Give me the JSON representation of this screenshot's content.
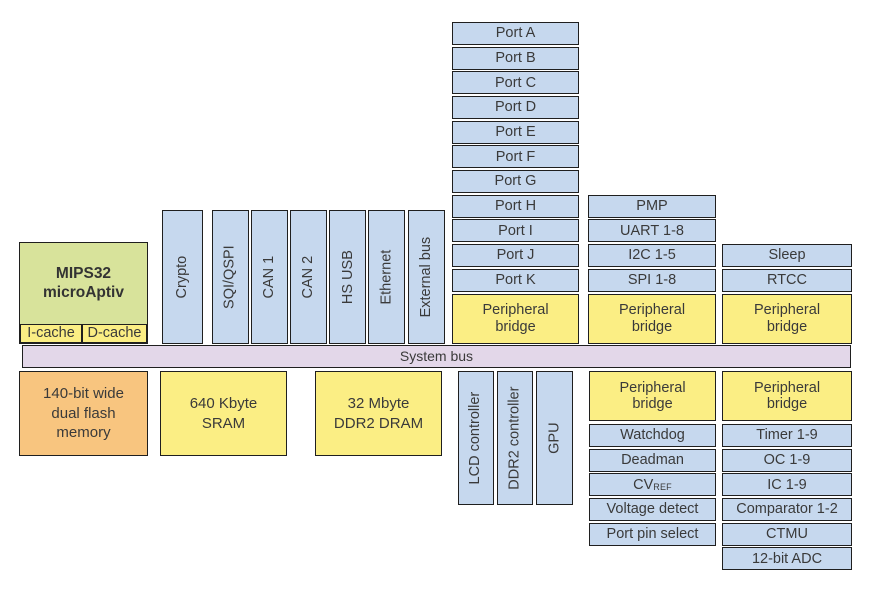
{
  "diagram": {
    "ports": [
      "Port A",
      "Port B",
      "Port C",
      "Port D",
      "Port E",
      "Port F",
      "Port G",
      "Port H",
      "Port I",
      "Port J",
      "Port K"
    ],
    "core": {
      "line1": "MIPS32",
      "line2": "microAptiv",
      "icache": "I-cache",
      "dcache": "D-cache"
    },
    "vertical": {
      "crypto": "Crypto",
      "group": [
        "SQI/QSPI",
        "CAN 1",
        "CAN 2",
        "HS USB",
        "Ethernet",
        "External bus"
      ]
    },
    "mid_top": [
      "PMP",
      "UART 1-8",
      "I2C 1-5",
      "SPI 1-8"
    ],
    "right_top": [
      "Sleep",
      "RTCC"
    ],
    "bridge_label": "Peripheral bridge",
    "system_bus": "System bus",
    "flash_lines": [
      "140-bit wide",
      "dual flash",
      "memory"
    ],
    "sram_lines": [
      "640 Kbyte",
      "SRAM"
    ],
    "dram_lines": [
      "32 Mbyte",
      "DDR2 DRAM"
    ],
    "bottom_vertical": [
      "LCD controller",
      "DDR2 controller",
      "GPU"
    ],
    "mid_bottom": [
      "Watchdog",
      "Deadman"
    ],
    "cvref": {
      "main": "CV",
      "sub": "REF"
    },
    "mid_bottom2": [
      "Voltage detect",
      "Port pin select"
    ],
    "right_bottom": [
      "Timer 1-9",
      "OC 1-9",
      "IC 1-9",
      "Comparator 1-2",
      "CTMU",
      "12-bit ADC"
    ]
  },
  "colors": {
    "peripheral_blue": "#c6d8ee",
    "bridge_yellow": "#fbee84",
    "core_green": "#d8e39b",
    "flash_orange": "#f8c57f",
    "bus_lavender": "#e3d7e9",
    "border": "#1f1f1f",
    "text": "#3a3a3a"
  }
}
